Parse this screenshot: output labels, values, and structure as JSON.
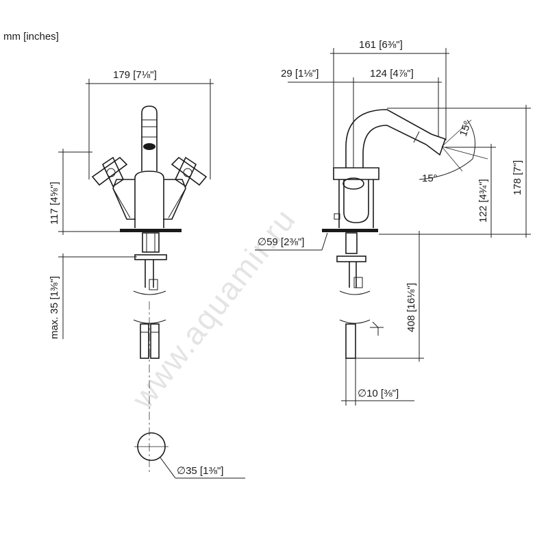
{
  "units_label": "mm [inches]",
  "watermark": "www.aquamir.ru",
  "dimensions": {
    "front_width": "179",
    "front_width_in": "7⅛\"",
    "front_height": "117",
    "front_height_in": "4⅝\"",
    "deck_thickness": "max. 35",
    "deck_thickness_in": "1⅜\"",
    "hole_diameter": "∅35",
    "hole_diameter_in": "1⅜\"",
    "side_total": "161",
    "side_total_in": "6⅜\"",
    "side_offset": "29",
    "side_offset_in": "1⅛\"",
    "side_reach": "124",
    "side_reach_in": "4⅞\"",
    "side_height": "178",
    "side_height_in": "7\"",
    "spout_height": "122",
    "spout_height_in": "4¾\"",
    "base_diameter": "∅59",
    "base_diameter_in": "2⅜\"",
    "hose_length": "408",
    "hose_length_in": "16⅛\"",
    "hose_diameter": "∅10",
    "hose_diameter_in": "⅜\"",
    "angle_upper": "15°",
    "angle_lower": "15°"
  }
}
